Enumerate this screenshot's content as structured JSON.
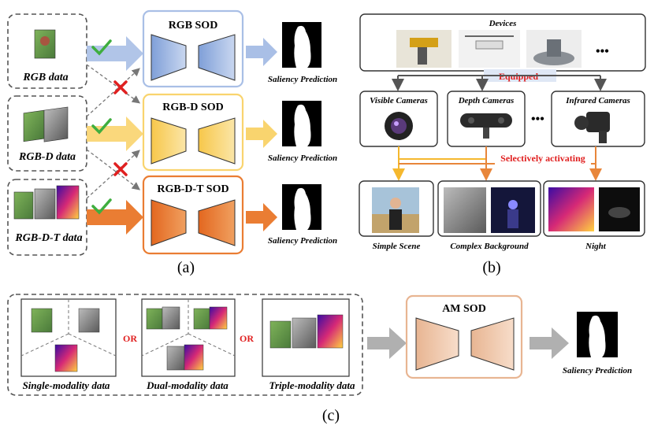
{
  "panel_a": {
    "inputs": [
      {
        "label": "RGB data"
      },
      {
        "label": "RGB-D data"
      },
      {
        "label": "RGB-D-T data"
      }
    ],
    "models": [
      {
        "label": "RGB SOD",
        "color": "#a9bfe6"
      },
      {
        "label": "RGB-D SOD",
        "color": "#f9d46e"
      },
      {
        "label": "RGB-D-T SOD",
        "color": "#ea7d33"
      }
    ],
    "output_label": "Saliency Prediction",
    "caption": "(a)"
  },
  "panel_b": {
    "devices_title": "Devices",
    "equipped": "Equipped",
    "cameras": [
      "Visible Cameras",
      "Depth Cameras",
      "Infrared Cameras"
    ],
    "ellipsis": "•••",
    "selectively": "Selectively activating",
    "scenes": [
      "Simple Scene",
      "Complex Background",
      "Night"
    ],
    "caption": "(b)"
  },
  "panel_c": {
    "groups": [
      "Single-modality data",
      "Dual-modality data",
      "Triple-modality data"
    ],
    "or": "OR",
    "model": "AM SOD",
    "output_label": "Saliency Prediction",
    "caption": "(c)"
  },
  "colors": {
    "blue": "#a9bfe6",
    "yellow": "#f9d46e",
    "orange": "#ea7d33",
    "peach": "#f3c9aa",
    "check": "#3fae3f",
    "cross": "#e02020",
    "red_text": "#e02020"
  }
}
